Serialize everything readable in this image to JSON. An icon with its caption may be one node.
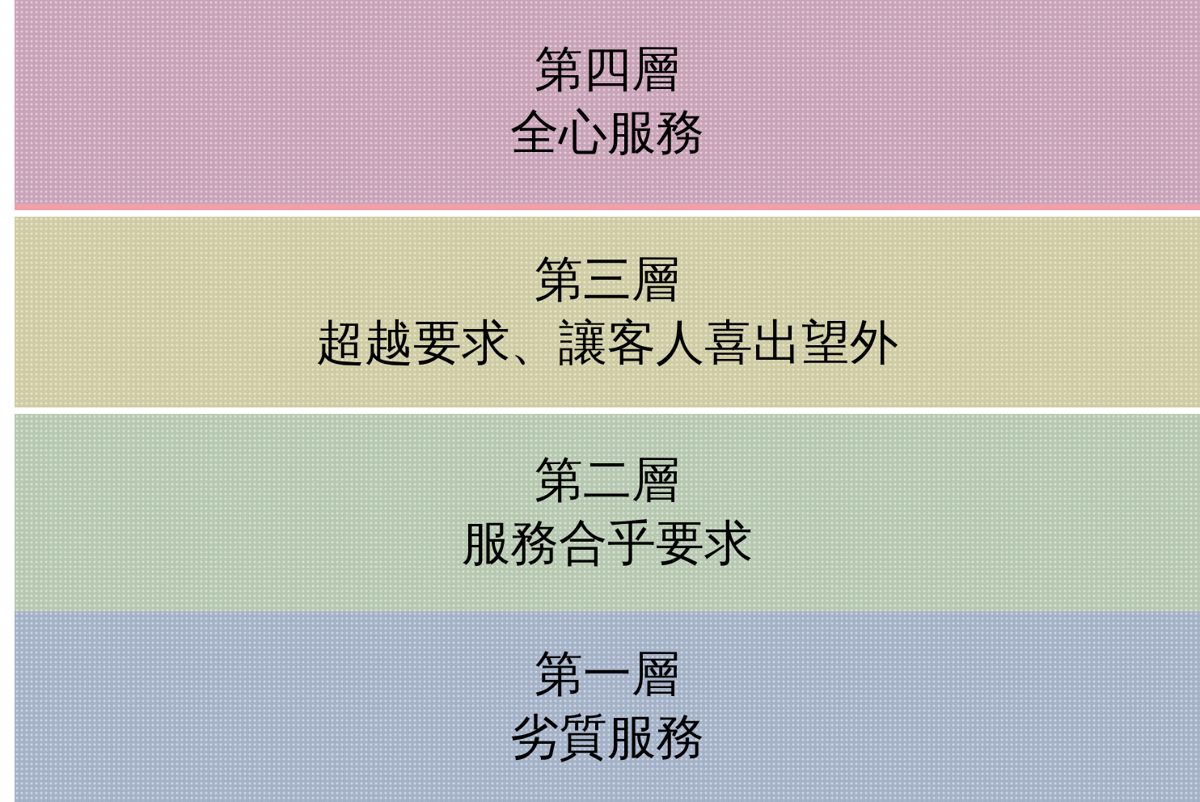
{
  "diagram": {
    "nodes": [
      {
        "text": [
          "第四層",
          "全心服務"
        ]
      },
      {
        "text": [
          "第三層",
          "超越要求、讓客人喜出望外"
        ]
      },
      {
        "text": [
          "第二層",
          "服務合乎要求"
        ]
      },
      {
        "text": [
          "第一層",
          "劣質服務"
        ]
      }
    ]
  }
}
